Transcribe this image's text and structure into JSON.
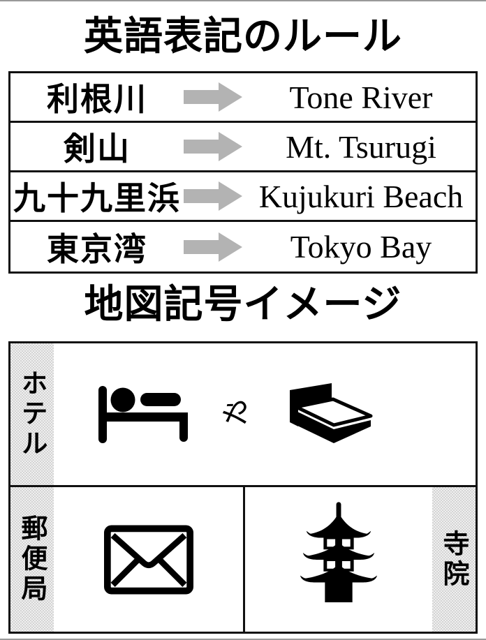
{
  "header": {
    "rules_title": "英語表記のルール",
    "symbols_title": "地図記号イメージ"
  },
  "rules_table": {
    "rows": [
      {
        "japanese": "利根川",
        "english": "Tone River"
      },
      {
        "japanese": "剣山",
        "english": "Mt. Tsurugi"
      },
      {
        "japanese": "九十九里浜",
        "english": "Kujukuri Beach"
      },
      {
        "japanese": "東京湾",
        "english": "Tokyo Bay"
      }
    ]
  },
  "symbols": {
    "hotel": {
      "label": "ホテル",
      "connector": "や",
      "icon_left": "sleeping-person-icon",
      "icon_right": "bed-icon"
    },
    "post_office": {
      "label": "郵便局",
      "icon": "envelope-icon"
    },
    "temple": {
      "label": "寺院",
      "icon": "pagoda-icon"
    }
  },
  "colors": {
    "arrow": "#b3b3b3",
    "strip_base": "#efefef",
    "strip_dot": "#d4d4d4",
    "border": "#111111",
    "edge_line": "#999999",
    "ink": "#000000"
  }
}
